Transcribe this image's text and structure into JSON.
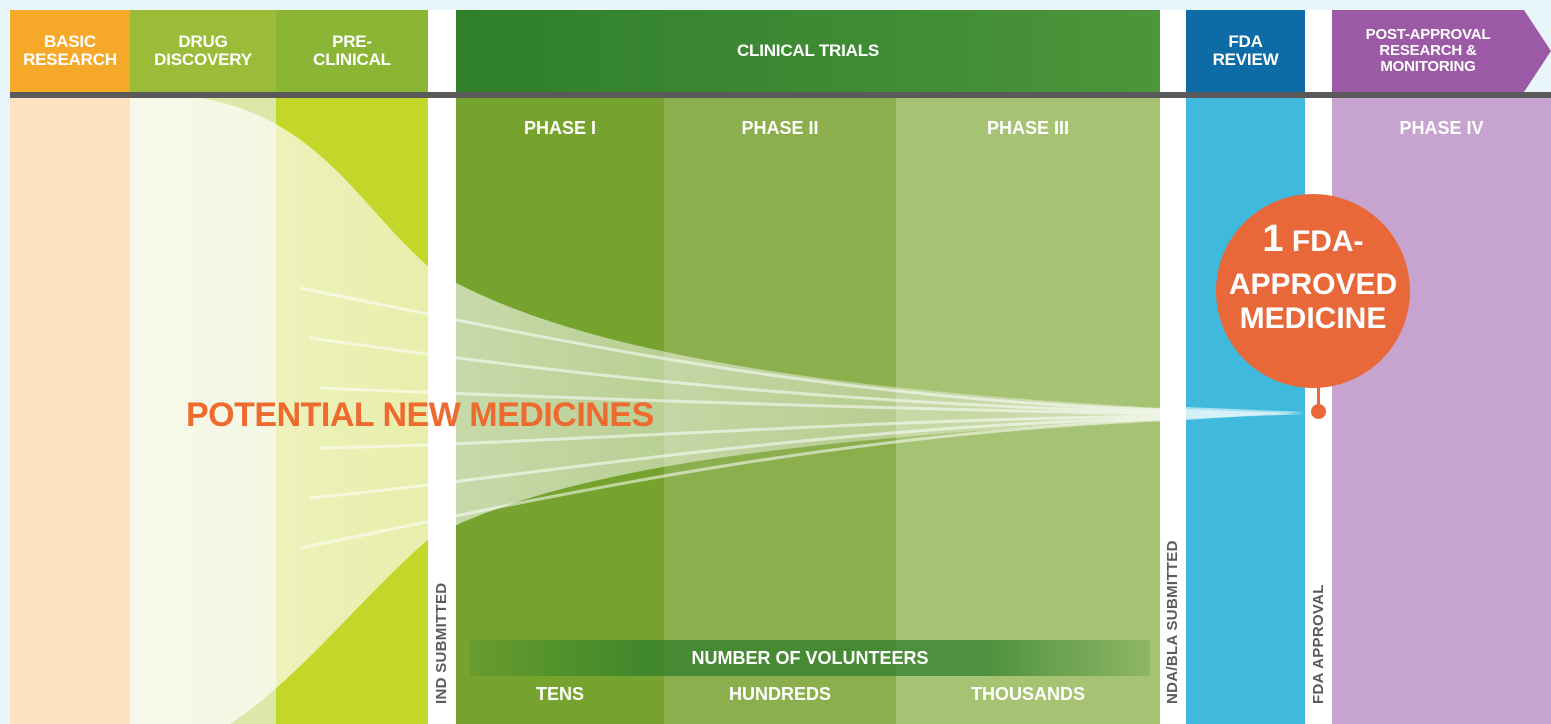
{
  "stages": {
    "basic_research": "BASIC\nRESEARCH",
    "drug_discovery": "DRUG\nDISCOVERY",
    "preclinical": "PRE-\nCLINICAL",
    "clinical_trials": "CLINICAL TRIALS",
    "fda_review": "FDA\nREVIEW",
    "post_approval": "POST-APPROVAL\nRESEARCH &\nMONITORING"
  },
  "phases": {
    "phase1": "PHASE I",
    "phase2": "PHASE II",
    "phase3": "PHASE III",
    "phase4": "PHASE IV"
  },
  "milestones": {
    "ind": "IND SUBMITTED",
    "nda": "NDA/BLA SUBMITTED",
    "fda_approval": "FDA APPROVAL"
  },
  "funnel_label": "POTENTIAL NEW MEDICINES",
  "result": {
    "count": "1",
    "line1": "FDA-",
    "line2": "APPROVED",
    "line3": "MEDICINE"
  },
  "volunteers": {
    "title": "NUMBER OF VOLUNTEERS",
    "tens": "TENS",
    "hundreds": "HUNDREDS",
    "thousands": "THOUSANDS"
  },
  "colors": {
    "basic": "#f9b234",
    "discovery": "#9bbf3a",
    "preclinical": "#b6d03a",
    "clinical": "#3d8a33",
    "fda": "#0b6ea8",
    "post": "#9c5aa6",
    "result": "#e8683a"
  }
}
